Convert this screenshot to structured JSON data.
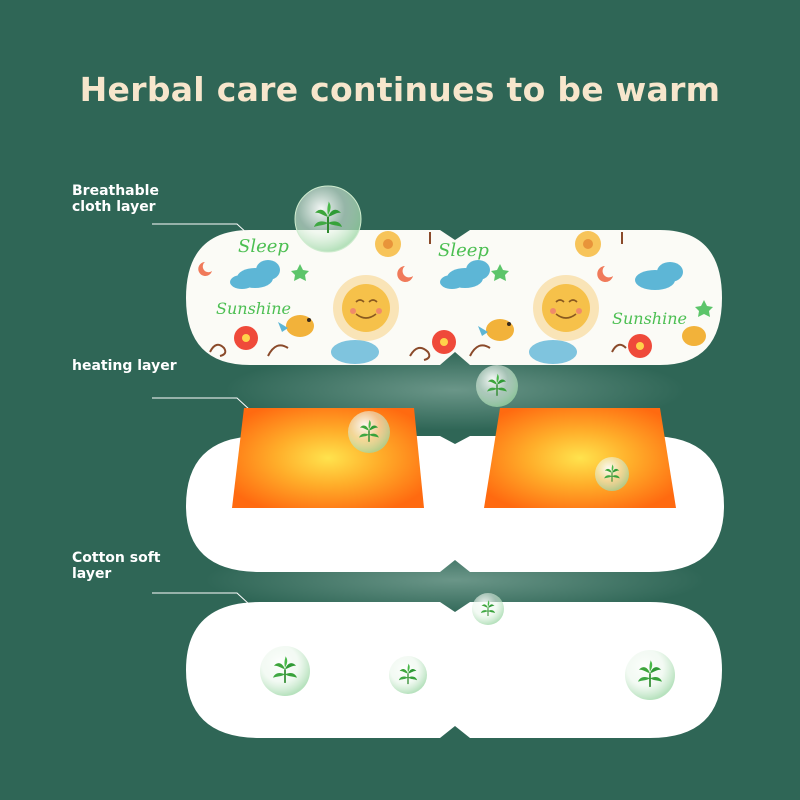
{
  "title": "Herbal care continues to be warm",
  "colors": {
    "background": "#2f6656",
    "title_text": "#f7e6cc",
    "label_text": "#ffffff",
    "heating_pad": "#ff7a1a",
    "pad_white": "#ffffff"
  },
  "layers": [
    {
      "label": "Breathable cloth layer"
    },
    {
      "label": "heating layer"
    },
    {
      "label": "Cotton soft layer"
    }
  ],
  "pattern_text": [
    "Sleep",
    "Sunshine",
    "Sleep",
    "Sunshine"
  ],
  "icons": [
    "herb-bubble-icon",
    "sun-face-icon",
    "cloud-icon",
    "star-icon",
    "moon-icon",
    "flower-icon",
    "bird-icon"
  ]
}
